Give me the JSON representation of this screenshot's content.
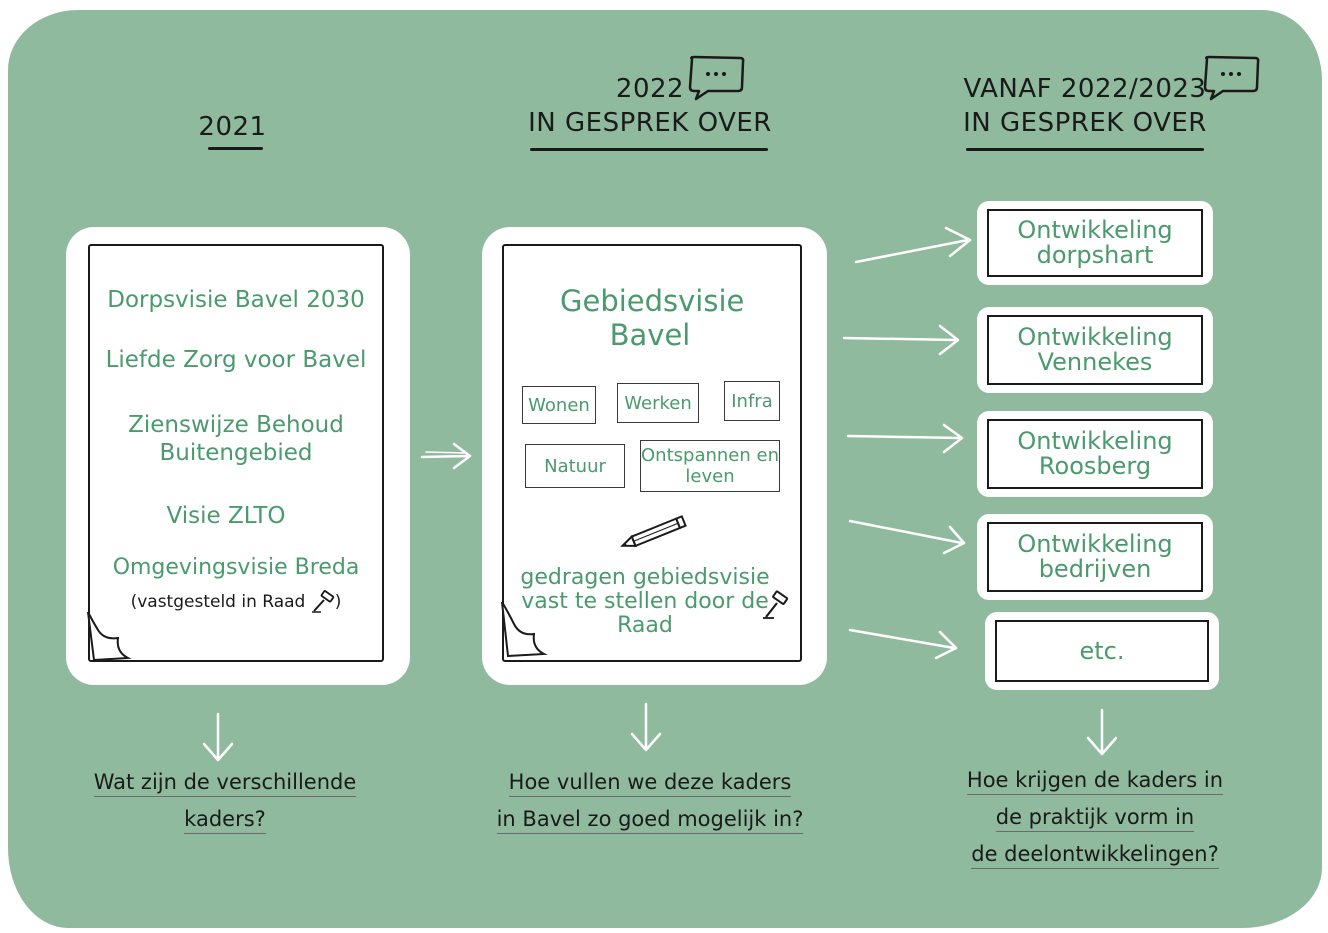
{
  "columns": [
    {
      "year": "2021",
      "subtitle": "",
      "items": [
        "Dorpsvisie Bavel 2030",
        "Liefde Zorg voor Bavel",
        "Zienswijze Behoud Buitengebied",
        "Visie ZLTO",
        "Omgevingsvisie Breda"
      ],
      "note": "(vastgesteld in Raad",
      "note_close": ")",
      "question": [
        "Wat zijn de verschillende",
        "kaders?"
      ]
    },
    {
      "year": "2022",
      "subtitle": "IN GESPREK OVER",
      "title": "Gebiedsvisie Bavel",
      "topics": [
        "Wonen",
        "Werken",
        "Infra",
        "Natuur",
        "Ontspannen en leven"
      ],
      "footer": "gedragen gebiedsvisie vast te stellen door de Raad",
      "question": [
        "Hoe vullen we deze kaders",
        "in Bavel zo goed mogelijk in?"
      ]
    },
    {
      "year": "VANAF 2022/2023",
      "subtitle": "IN GESPREK OVER",
      "developments": [
        "Ontwikkeling dorpshart",
        "Ontwikkeling Vennekes",
        "Ontwikkeling Roosberg",
        "Ontwikkeling bedrijven",
        "etc."
      ],
      "question": [
        "Hoe krijgen de kaders in",
        "de praktijk vorm in",
        "de deelontwikkelingen?"
      ]
    }
  ],
  "icons": {
    "speech": "speech-bubble-icon",
    "gavel": "gavel-icon",
    "pencil": "pencil-icon",
    "arrow": "arrow-icon"
  },
  "colors": {
    "background": "#8fba9e",
    "accent_text": "#4a9a6e",
    "ink": "#1a1a1a",
    "panel": "#ffffff"
  }
}
